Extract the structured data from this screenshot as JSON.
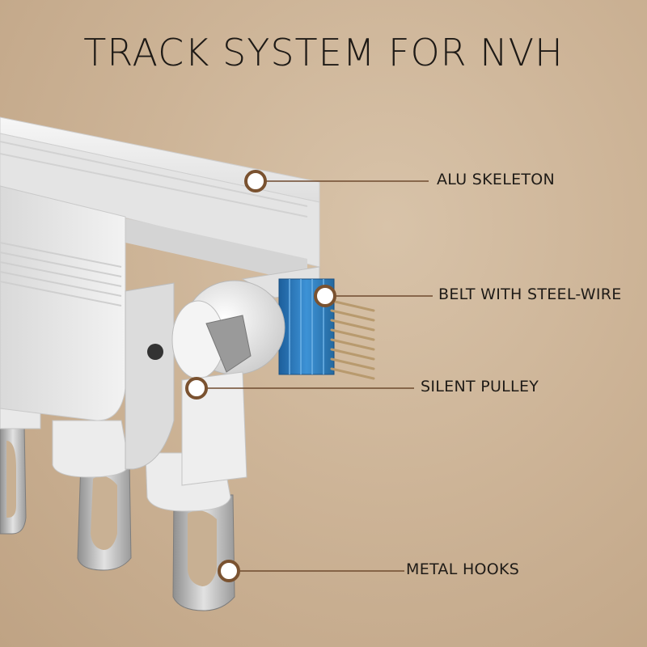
{
  "title": "TRACK SYSTEM FOR NVH",
  "colors": {
    "background": "#cdb497",
    "leader_line": "#6e4a2e",
    "marker_ring": "#7a5230",
    "belt": "#2f7fc4",
    "aluminium": "#e6e6e6"
  },
  "callouts": [
    {
      "id": "alu-skeleton",
      "label": "ALU SKELETON"
    },
    {
      "id": "belt",
      "label": "BELT WITH STEEL-WIRE"
    },
    {
      "id": "pulley",
      "label": "SILENT PULLEY"
    },
    {
      "id": "hooks",
      "label": "METAL HOOKS"
    }
  ]
}
